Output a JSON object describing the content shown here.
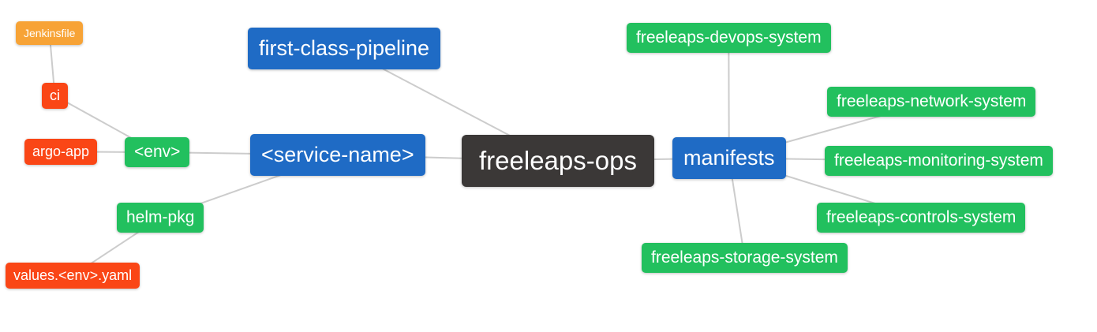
{
  "palette": {
    "root": "#3B3837",
    "branch_blue": "#1F6BC5",
    "green": "#22C05E",
    "red": "#FA4616",
    "orange": "#F7A336",
    "edge": "#CCCCCC",
    "text": "#FFFFFF",
    "background": "#FFFFFF"
  },
  "nodes": [
    {
      "id": "jenkinsfile",
      "label": "Jenkinsfile",
      "level": 4,
      "color": "#F7A336"
    },
    {
      "id": "ci",
      "label": "ci",
      "level": 3,
      "color": "#FA4616"
    },
    {
      "id": "argo-app",
      "label": "argo-app",
      "level": 3,
      "color": "#FA4616"
    },
    {
      "id": "env",
      "label": "<env>",
      "level": 2,
      "color": "#22C05E"
    },
    {
      "id": "helm-pkg",
      "label": "helm-pkg",
      "level": 2,
      "color": "#22C05E"
    },
    {
      "id": "values-env-yaml",
      "label": "values.<env>.yaml",
      "level": 3,
      "color": "#FA4616"
    },
    {
      "id": "first-class-pipeline",
      "label": "first-class-pipeline",
      "level": 1,
      "color": "#1F6BC5"
    },
    {
      "id": "service-name",
      "label": "<service-name>",
      "level": 1,
      "color": "#1F6BC5"
    },
    {
      "id": "freeleaps-ops",
      "label": "freeleaps-ops",
      "level": 0,
      "color": "#3B3837"
    },
    {
      "id": "manifests",
      "label": "manifests",
      "level": 1,
      "color": "#1F6BC5"
    },
    {
      "id": "devops-system",
      "label": "freeleaps-devops-system",
      "level": 2,
      "color": "#22C05E"
    },
    {
      "id": "network-system",
      "label": "freeleaps-network-system",
      "level": 2,
      "color": "#22C05E"
    },
    {
      "id": "monitoring-system",
      "label": "freeleaps-monitoring-system",
      "level": 2,
      "color": "#22C05E"
    },
    {
      "id": "controls-system",
      "label": "freeleaps-controls-system",
      "level": 2,
      "color": "#22C05E"
    },
    {
      "id": "storage-system",
      "label": "freeleaps-storage-system",
      "level": 2,
      "color": "#22C05E"
    }
  ],
  "edges": [
    {
      "from": "freeleaps-ops",
      "to": "first-class-pipeline"
    },
    {
      "from": "freeleaps-ops",
      "to": "service-name"
    },
    {
      "from": "freeleaps-ops",
      "to": "manifests"
    },
    {
      "from": "service-name",
      "to": "env"
    },
    {
      "from": "service-name",
      "to": "helm-pkg"
    },
    {
      "from": "env",
      "to": "ci"
    },
    {
      "from": "env",
      "to": "argo-app"
    },
    {
      "from": "ci",
      "to": "jenkinsfile"
    },
    {
      "from": "helm-pkg",
      "to": "values-env-yaml"
    },
    {
      "from": "manifests",
      "to": "devops-system"
    },
    {
      "from": "manifests",
      "to": "network-system"
    },
    {
      "from": "manifests",
      "to": "monitoring-system"
    },
    {
      "from": "manifests",
      "to": "controls-system"
    },
    {
      "from": "manifests",
      "to": "storage-system"
    }
  ]
}
